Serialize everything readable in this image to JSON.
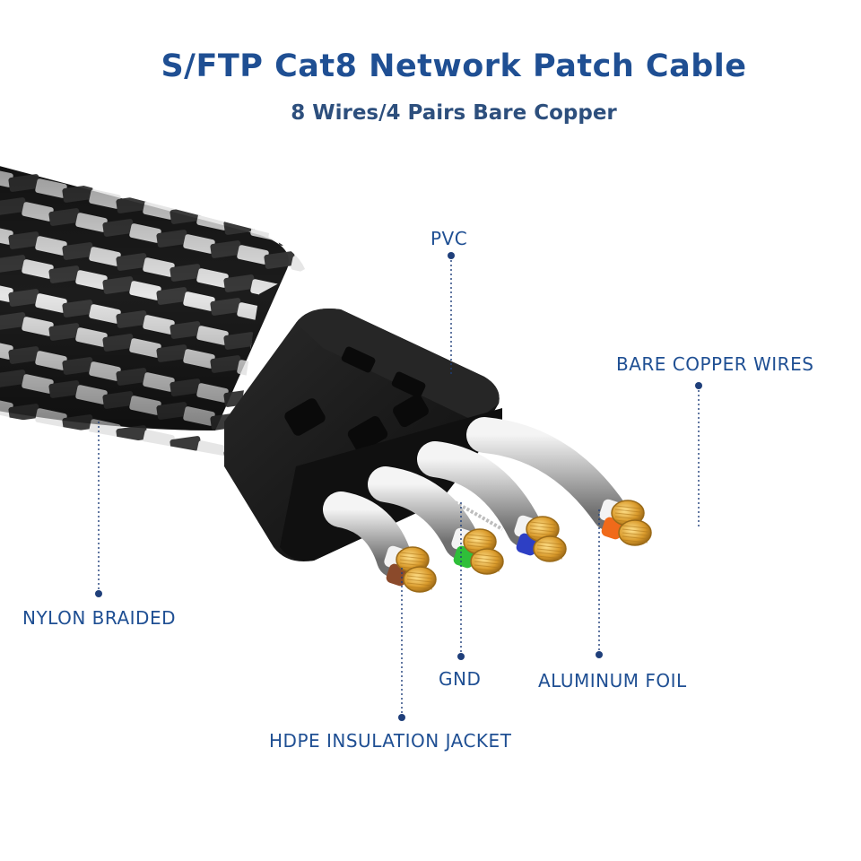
{
  "header": {
    "title": "S/FTP Cat8 Network Patch Cable",
    "subtitle": "8 Wires/4 Pairs Bare Copper"
  },
  "labels": {
    "pvc": "PVC",
    "bare_copper_wires": "BARE COPPER WIRES",
    "nylon_braided": "NYLON BRAIDED",
    "gnd": "GND",
    "aluminum_foil": "ALUMINUM FOIL",
    "hdpe_insulation_jacket": "HDPE INSULATION JACKET"
  },
  "colors": {
    "text_blue": "#1f4f93",
    "leader_blue": "#1f3f7a",
    "braid_dark": "#1a1a1a",
    "braid_light": "#e6e6e6",
    "pvc_black": "#141414",
    "foil_silver": "#c7c7c7",
    "copper": "#d99a2b",
    "insulation_brown": "#8b4a2b",
    "insulation_green": "#2fbf3a",
    "insulation_blue": "#2d3fc4",
    "insulation_orange": "#f06a1a"
  }
}
